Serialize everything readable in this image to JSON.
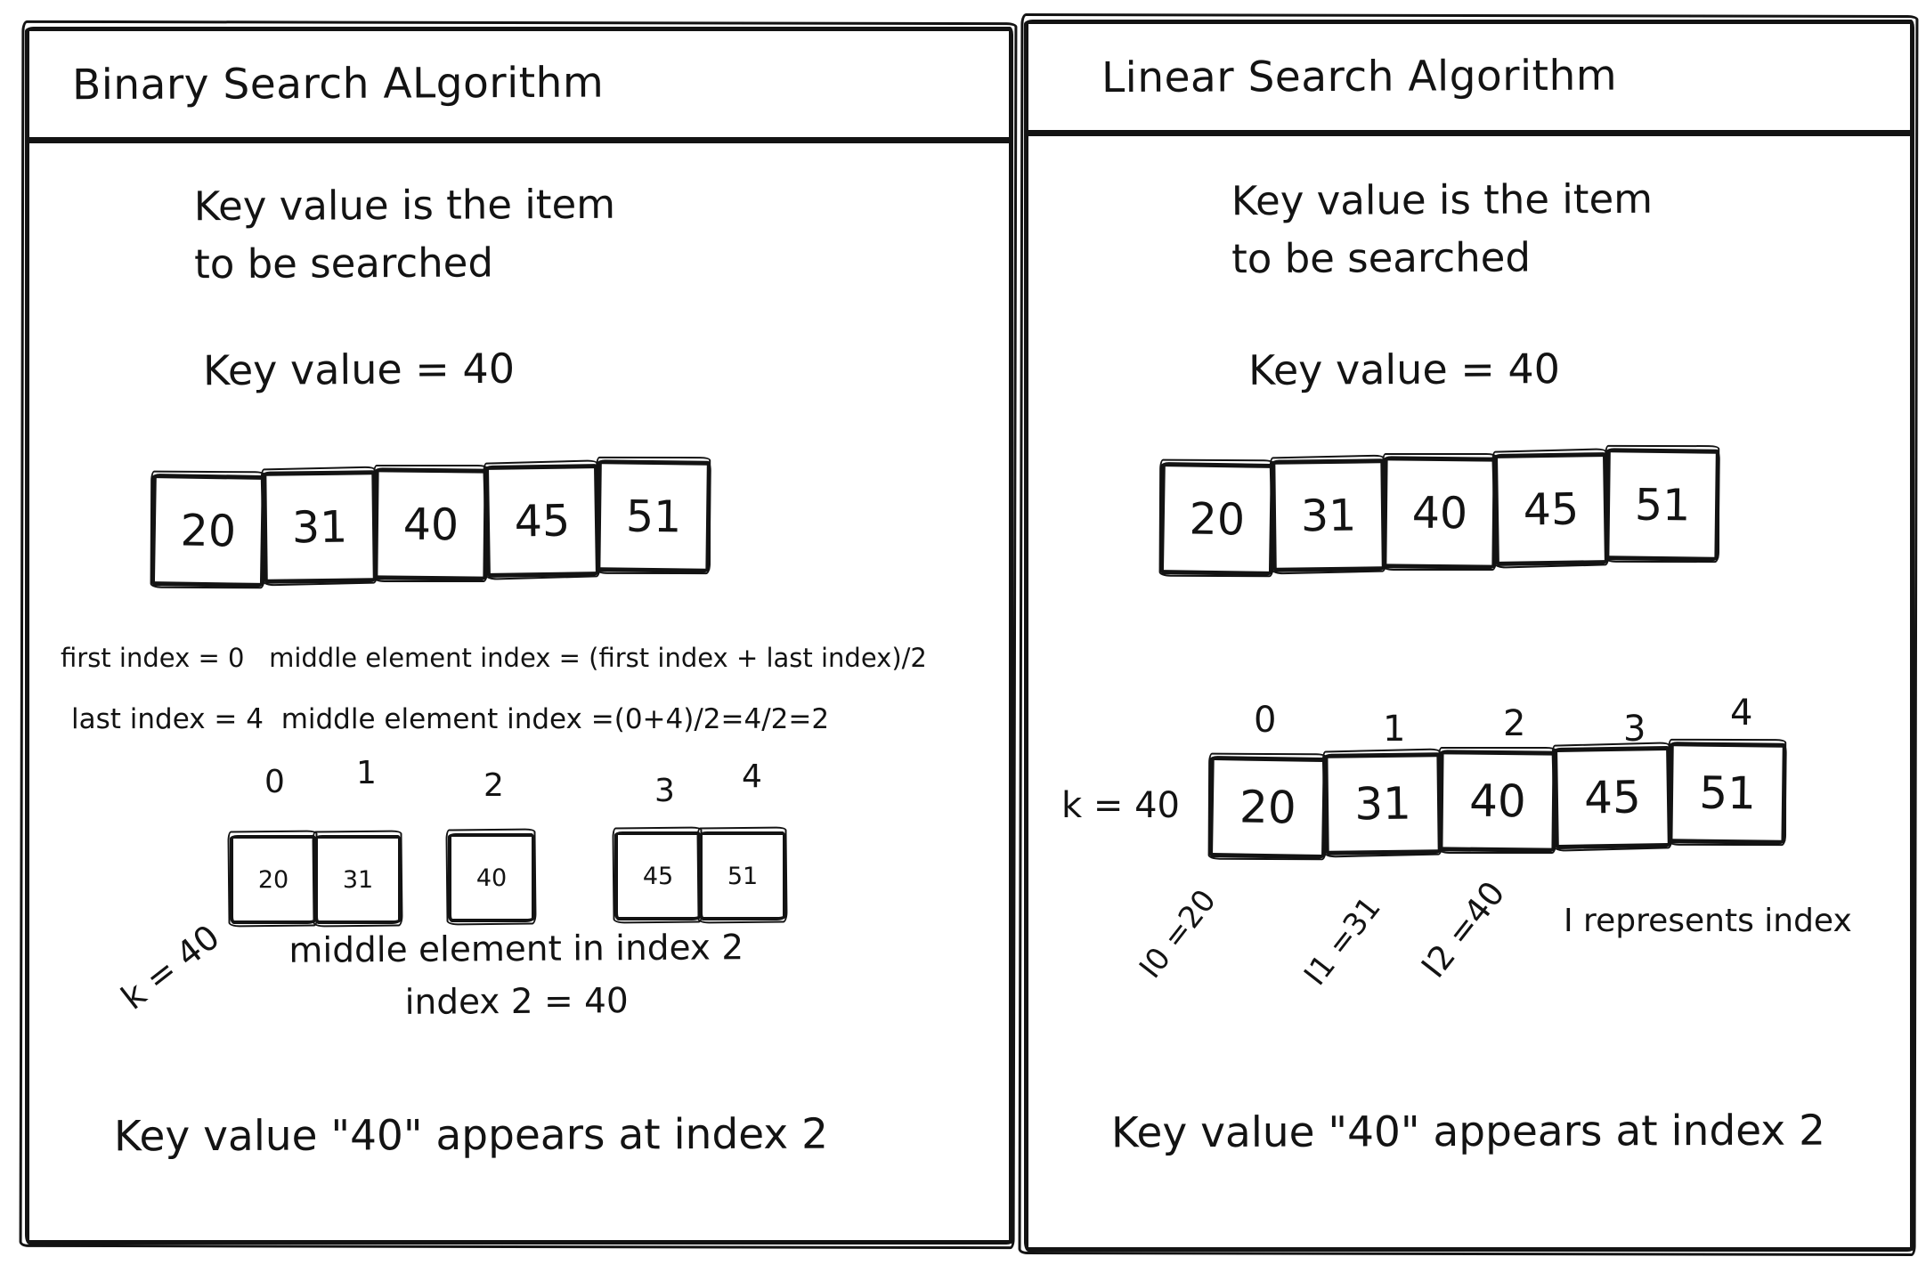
{
  "colors": {
    "background": "#ffffff",
    "ink": "#131313"
  },
  "left_panel": {
    "title": "Binary Search ALgorithm",
    "intro": {
      "line1": "Key value is the item",
      "line2": "to be searched"
    },
    "key_value": "Key value = 40",
    "array_values": [
      "20",
      "31",
      "40",
      "45",
      "51"
    ],
    "formulas": {
      "line1": "first index = 0   middle element index = (first index + last index)/2",
      "line2": "last index = 4  middle element index =(0+4)/2=4/2=2"
    },
    "split": {
      "index_labels": [
        "0",
        "1",
        "2",
        "3",
        "4"
      ],
      "groups": [
        {
          "values": [
            "20",
            "31"
          ]
        },
        {
          "values": [
            "40"
          ]
        },
        {
          "values": [
            "45",
            "51"
          ]
        }
      ]
    },
    "k_label": "k = 40",
    "middle_note": {
      "line1": "middle element in index 2",
      "line2": "index 2 = 40"
    },
    "conclusion": "Key value \"40\" appears at index 2"
  },
  "right_panel": {
    "title": "Linear Search Algorithm",
    "intro": {
      "line1": "Key value is the item",
      "line2": "to be searched"
    },
    "key_value": "Key value = 40",
    "array_values": [
      "20",
      "31",
      "40",
      "45",
      "51"
    ],
    "indexed_array": {
      "index_labels": [
        "0",
        "1",
        "2",
        "3",
        "4"
      ],
      "values": [
        "20",
        "31",
        "40",
        "45",
        "51"
      ],
      "k_label": "k = 40"
    },
    "trace_labels": [
      "I0 =20",
      "I1 =31",
      "I2 =40"
    ],
    "note": "I represents index",
    "conclusion": "Key value \"40\" appears at index 2"
  }
}
